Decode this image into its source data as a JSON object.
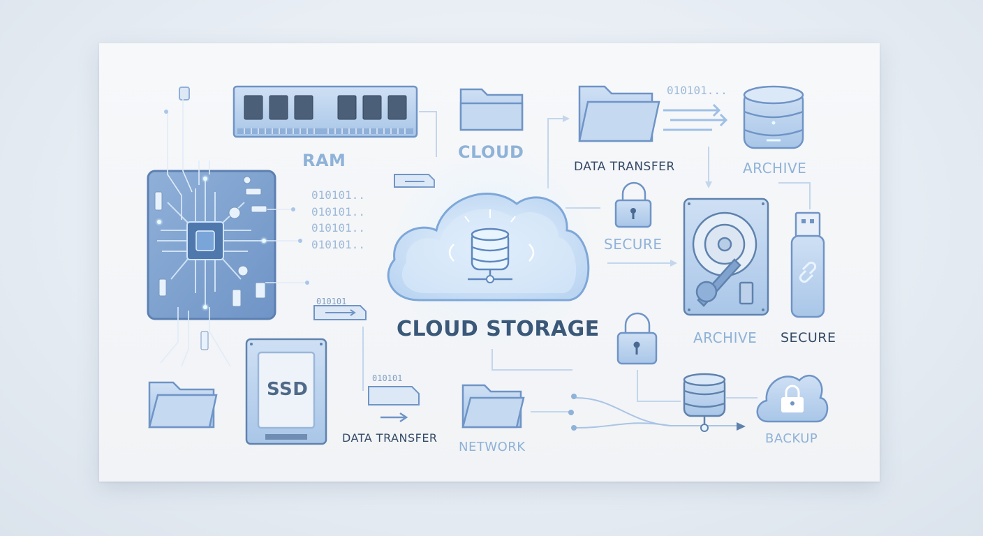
{
  "labels": {
    "ram": "RAM",
    "cloud": "CLOUD",
    "data_transfer_top": "DATA TRANSFER",
    "archive_top": "ARCHIVE",
    "secure_mid": "SECURE",
    "cloud_storage": "CLOUD STORAGE",
    "archive_hdd": "ARCHIVE",
    "secure_usb": "SECURE",
    "ssd": "SSD",
    "data_transfer_bottom": "DATA TRANSFER",
    "network": "NETWORK",
    "backup": "BACKUP"
  },
  "binary": {
    "row1": "010101..",
    "row2": "010101..",
    "row3": "010101..",
    "row4": "010101..",
    "top_right": "010101...",
    "tag1": "010101",
    "tag2": "010101"
  },
  "colors": {
    "accent": "#6f9bd1",
    "light_blue": "#bcd3ee",
    "dark_text": "#344a66",
    "label_blue": "#8fb2d8"
  }
}
